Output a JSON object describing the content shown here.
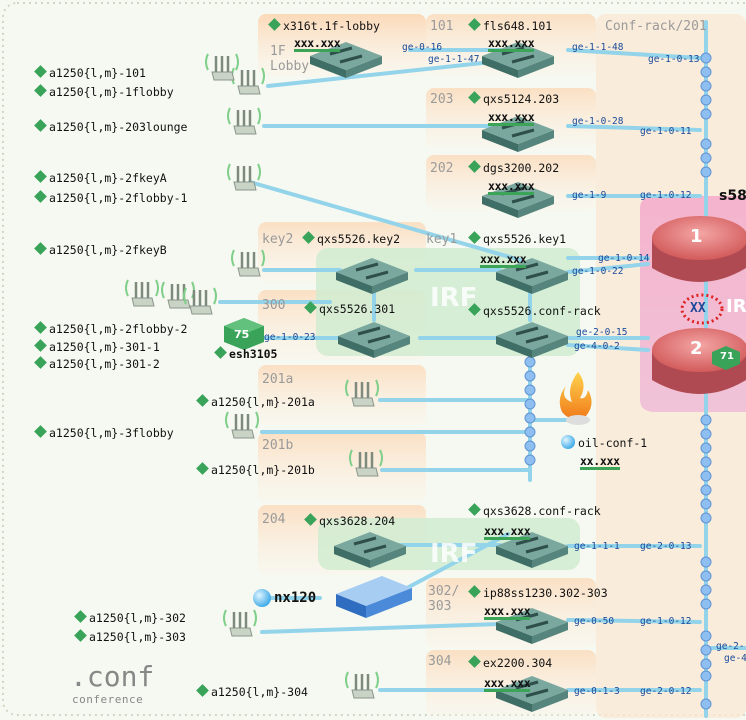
{
  "colors": {
    "core_pink": "#f2c0d5",
    "room_orange": "#fbe5cf",
    "irf_green": "#d6edd4",
    "link": "#8fd3ea",
    "accent_green": "#3aa35a",
    "port_blue": "#1a4a9a"
  },
  "rooms": [
    {
      "label": "1F\nLobby"
    },
    {
      "label": "101"
    },
    {
      "label": "Conf-rack/201"
    },
    {
      "label": "203"
    },
    {
      "label": "202"
    },
    {
      "label": "key2"
    },
    {
      "label": "key1"
    },
    {
      "label": "300"
    },
    {
      "label": "201a"
    },
    {
      "label": "201b"
    },
    {
      "label": "204"
    },
    {
      "label": "302/\n303"
    },
    {
      "label": "304"
    }
  ],
  "switches": [
    {
      "name": "x316t.1f-lobby",
      "addr": "xxx.xxx"
    },
    {
      "name": "fls648.101",
      "addr": "xxx.xxx"
    },
    {
      "name": "qxs5124.203",
      "addr": "xxx.xxx"
    },
    {
      "name": "dgs3200.202",
      "addr": "xxx.xxx"
    },
    {
      "name": "qxs5526.key2",
      "addr": ""
    },
    {
      "name": "qxs5526.key1",
      "addr": "xxx.xxx"
    },
    {
      "name": "qxs5526.301",
      "addr": ""
    },
    {
      "name": "qxs5526.conf-rack",
      "addr": ""
    },
    {
      "name": "qxs3628.204",
      "addr": ""
    },
    {
      "name": "qxs3628.conf-rack",
      "addr": "xxx.xxx"
    },
    {
      "name": "ip88ss1230.302-303",
      "addr": "xxx.xxx"
    },
    {
      "name": "ex2200.304",
      "addr": "xxx.xxx"
    }
  ],
  "aps": [
    {
      "name": "a1250{l,m}-101"
    },
    {
      "name": "a1250{l,m}-1flobby"
    },
    {
      "name": "a1250{l,m}-203lounge"
    },
    {
      "name": "a1250{l,m}-2fkeyA"
    },
    {
      "name": "a1250{l,m}-2flobby-1"
    },
    {
      "name": "a1250{l,m}-2fkeyB"
    },
    {
      "name": "a1250{l,m}-2flobby-2"
    },
    {
      "name": "a1250{l,m}-301-1"
    },
    {
      "name": "a1250{l,m}-301-2"
    },
    {
      "name": "a1250{l,m}-201a"
    },
    {
      "name": "a1250{l,m}-3flobby"
    },
    {
      "name": "a1250{l,m}-201b"
    },
    {
      "name": "a1250{l,m}-302"
    },
    {
      "name": "a1250{l,m}-303"
    },
    {
      "name": "a1250{l,m}-304"
    }
  ],
  "ports": [
    "ge-0-16",
    "ge-1-1-47",
    "ge-1-1-48",
    "ge-1-0-13",
    "ge-1-0-28",
    "ge-1-0-11",
    "ge-1-9",
    "ge-1-0-12",
    "ge-1-0-14",
    "ge-1-0-22",
    "ge-1-0-23",
    "ge-2-0-15",
    "ge-4-0-2",
    "ge-1-1-1",
    "ge-2-0-13",
    "ge-0-50",
    "ge-1-0-12",
    "ge-0-1-3",
    "ge-2-0-12",
    "ge-2-",
    "ge-4"
  ],
  "misc": {
    "esh3105": "esh3105",
    "esh_badge": "75",
    "core_badge": "71",
    "core_name": "s58",
    "core_xx": "XX",
    "core_ir": "IR",
    "unit1": "1",
    "unit2": "2",
    "irf": "IRF",
    "firewall_name": "oil-conf-1",
    "firewall_addr": "xx.xxx",
    "nx120": "nx120",
    "conf_big": ".conf",
    "conf_small": "conference"
  }
}
